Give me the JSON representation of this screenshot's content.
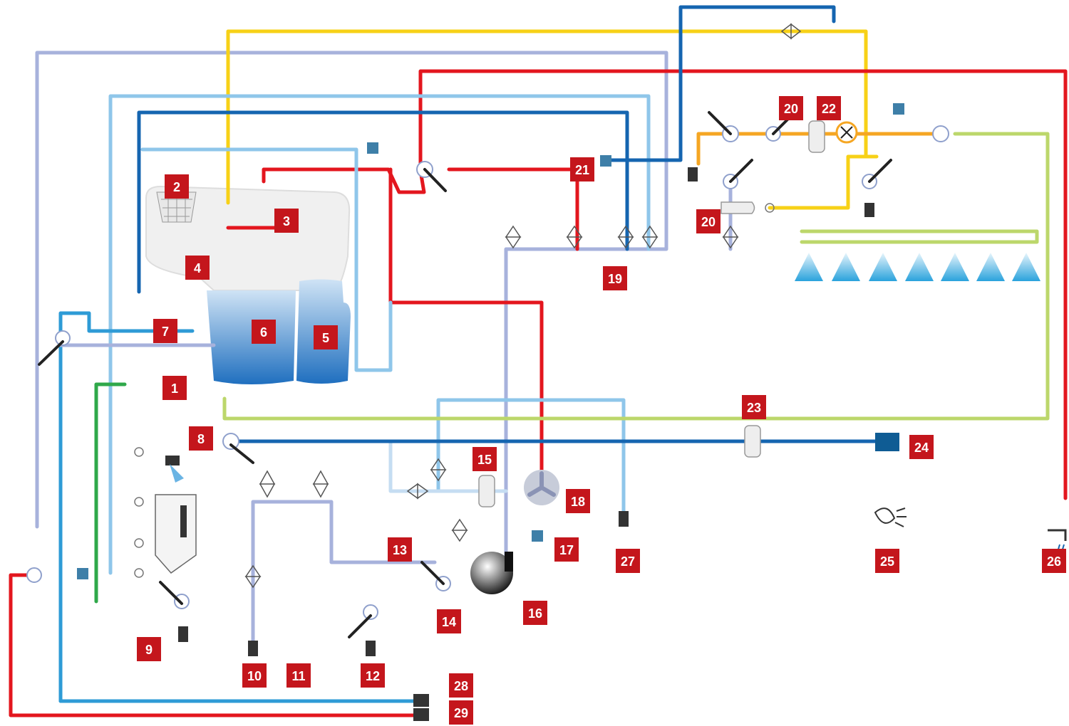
{
  "colors": {
    "yellow": "#f7d117",
    "red": "#e3161e",
    "dark_blue": "#1565b0",
    "light_blue": "#8fc6ea",
    "mid_blue": "#2e9bd6",
    "lavender": "#a7b2dc",
    "green": "#2fa84a",
    "lime": "#bcd76b",
    "orange": "#f5a623",
    "label_bg": "#c4161c",
    "label_text": "#ffffff"
  },
  "labels": [
    {
      "id": "1",
      "text": "1"
    },
    {
      "id": "2",
      "text": "2"
    },
    {
      "id": "3",
      "text": "3"
    },
    {
      "id": "4",
      "text": "4"
    },
    {
      "id": "5",
      "text": "5"
    },
    {
      "id": "6",
      "text": "6"
    },
    {
      "id": "7",
      "text": "7"
    },
    {
      "id": "8",
      "text": "8"
    },
    {
      "id": "9",
      "text": "9"
    },
    {
      "id": "10",
      "text": "10"
    },
    {
      "id": "11",
      "text": "11"
    },
    {
      "id": "12",
      "text": "12"
    },
    {
      "id": "13",
      "text": "13"
    },
    {
      "id": "14",
      "text": "14"
    },
    {
      "id": "15",
      "text": "15"
    },
    {
      "id": "16",
      "text": "16"
    },
    {
      "id": "17",
      "text": "17"
    },
    {
      "id": "18",
      "text": "18"
    },
    {
      "id": "19",
      "text": "19"
    },
    {
      "id": "20a",
      "text": "20"
    },
    {
      "id": "20b",
      "text": "20"
    },
    {
      "id": "21",
      "text": "21"
    },
    {
      "id": "22",
      "text": "22"
    },
    {
      "id": "23",
      "text": "23"
    },
    {
      "id": "24",
      "text": "24"
    },
    {
      "id": "25",
      "text": "25"
    },
    {
      "id": "26",
      "text": "26"
    },
    {
      "id": "27",
      "text": "27"
    },
    {
      "id": "28",
      "text": "28"
    },
    {
      "id": "29",
      "text": "29"
    }
  ],
  "icons": {
    "main_tank": "tank-icon",
    "rinse_tank": "rinse-tank-icon",
    "pump": "pump-icon",
    "agitator": "impeller-icon",
    "lamp": "lamp-icon",
    "nozzle": "nozzle-icon",
    "valve": "valve-icon",
    "filter": "filter-icon"
  }
}
